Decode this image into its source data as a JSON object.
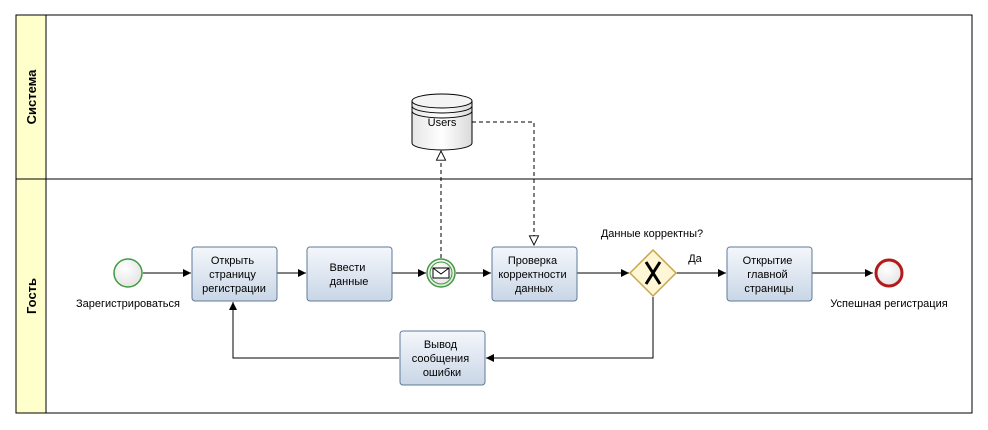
{
  "pools": {
    "lanes": [
      {
        "id": "system",
        "title": "Система"
      },
      {
        "id": "guest",
        "title": "Гость"
      }
    ]
  },
  "events": {
    "start": {
      "label": "Зарегистрироваться"
    },
    "end": {
      "label": "Успешная регистрация"
    }
  },
  "tasks": {
    "open_registration": {
      "lines": [
        "Открыть",
        "страницу",
        "регистрации"
      ]
    },
    "enter_data": {
      "lines": [
        "Ввести",
        "данные"
      ]
    },
    "check_data": {
      "lines": [
        "Проверка",
        "корректности",
        "данных"
      ]
    },
    "open_main_page": {
      "lines": [
        "Открытие",
        "главной",
        "страницы"
      ]
    },
    "error_message": {
      "lines": [
        "Вывод",
        "сообщения",
        "ошибки"
      ]
    }
  },
  "datastore": {
    "label": "Users"
  },
  "gateway": {
    "question": "Данные корректны?",
    "yes_label": "Да"
  },
  "colors": {
    "lane_header": "#FFFFCC",
    "task_fill_top": "#F4F7FB",
    "task_fill_bottom": "#C9D6E6",
    "task_stroke": "#5F7A9A",
    "start_stroke": "#3F9B3F",
    "end_stroke": "#B31B1B",
    "gateway_fill": "#FFF6D5",
    "gateway_stroke": "#C9A44A"
  }
}
